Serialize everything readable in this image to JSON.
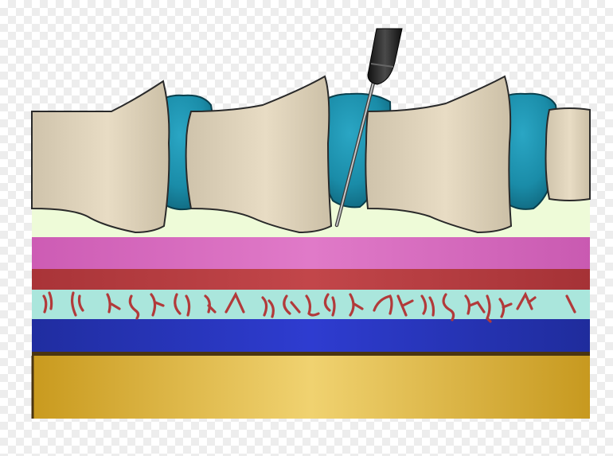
{
  "diagram": {
    "subject": "spinal-needle-insertion-cross-section",
    "components": [
      {
        "id": "vertebral-body",
        "count": 4
      },
      {
        "id": "intervertebral-disc",
        "count": 3
      },
      {
        "id": "needle",
        "count": 1
      },
      {
        "id": "epidural-space",
        "count": 1
      },
      {
        "id": "pink-layer",
        "count": 1
      },
      {
        "id": "red-layer",
        "count": 1
      },
      {
        "id": "vascular-layer",
        "count": 1
      },
      {
        "id": "blue-layer",
        "count": 1
      },
      {
        "id": "gold-base-layer",
        "count": 1
      }
    ],
    "colors": {
      "bone": "#e0d3bb",
      "disc": "#1e8fa8",
      "epidural": "#eefbd8",
      "pink": "#d766bc",
      "red": "#b3393e",
      "vascular_bg": "#aae6dc",
      "vessels": "#b23a3a",
      "blue": "#2733b3",
      "gold": "#e0b640",
      "needle_hub": "#2a2a2a",
      "needle_shaft": "#aaaaaa"
    }
  }
}
